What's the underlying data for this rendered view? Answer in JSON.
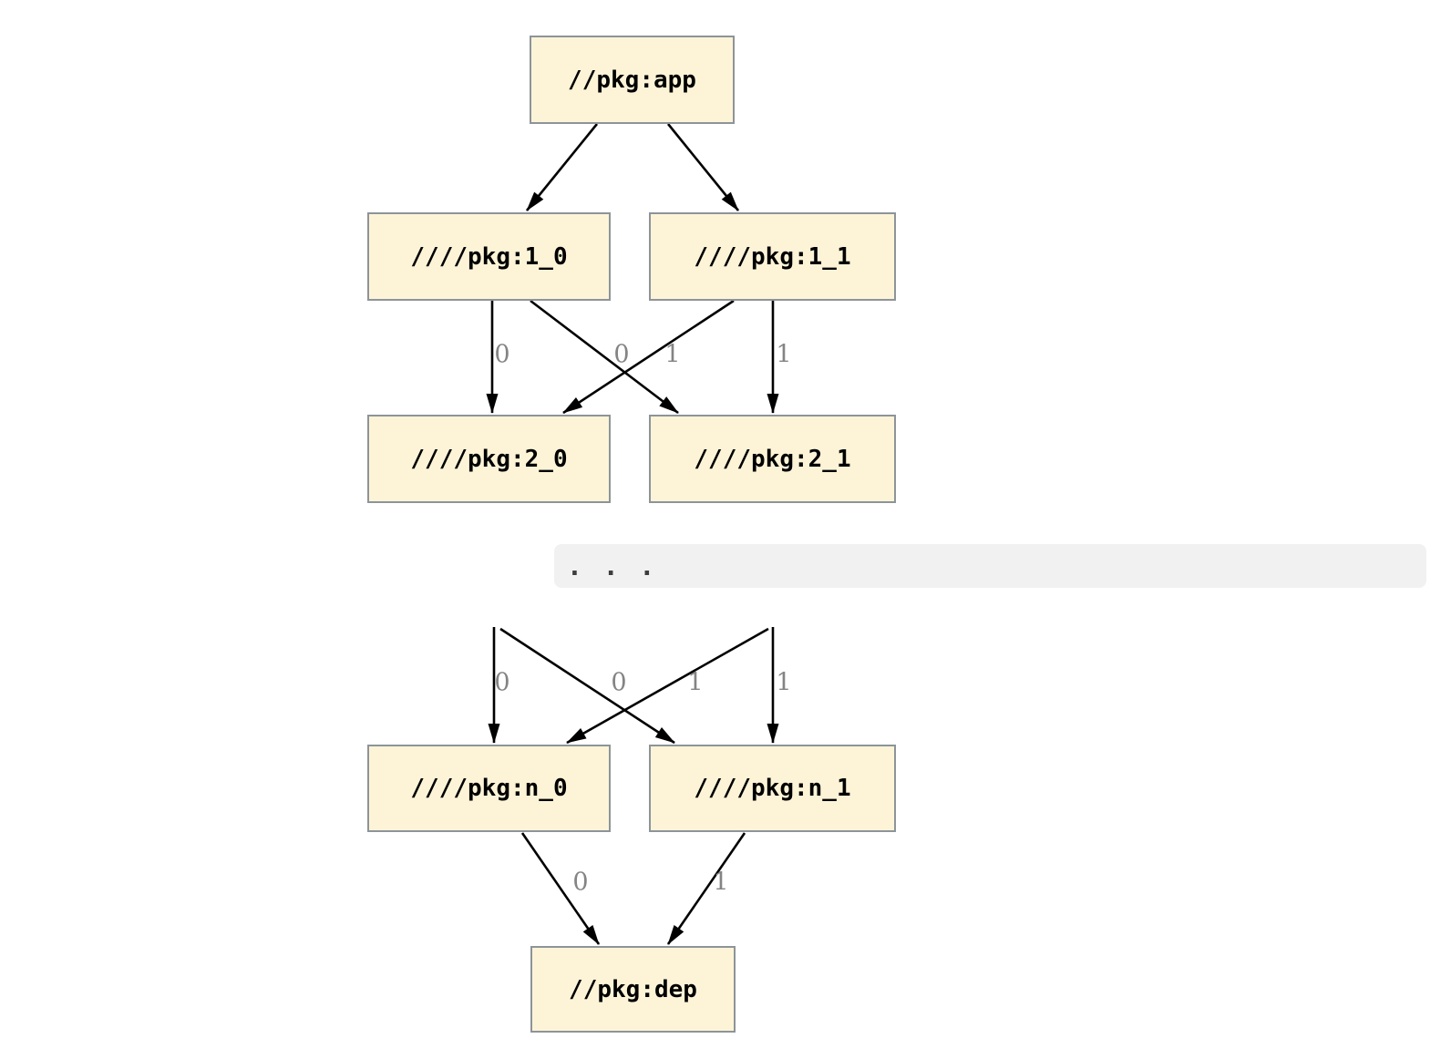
{
  "diagram": {
    "type": "dependency-graph",
    "nodes": [
      {
        "id": "app",
        "label": "//pkg:app"
      },
      {
        "id": "1_0",
        "label": "////pkg:1_0"
      },
      {
        "id": "1_1",
        "label": "////pkg:1_1"
      },
      {
        "id": "2_0",
        "label": "////pkg:2_0"
      },
      {
        "id": "2_1",
        "label": "////pkg:2_1"
      },
      {
        "id": "n_0",
        "label": "////pkg:n_0"
      },
      {
        "id": "n_1",
        "label": "////pkg:n_1"
      },
      {
        "id": "dep",
        "label": "//pkg:dep"
      }
    ],
    "ellipsis": {
      "label": ". . ."
    },
    "edges": [
      {
        "from": "//pkg:app",
        "to": "////pkg:1_0",
        "label": ""
      },
      {
        "from": "//pkg:app",
        "to": "////pkg:1_1",
        "label": ""
      },
      {
        "from": "////pkg:1_0",
        "to": "////pkg:2_0",
        "label": "0"
      },
      {
        "from": "////pkg:1_0",
        "to": "////pkg:2_1",
        "label": "0"
      },
      {
        "from": "////pkg:1_1",
        "to": "////pkg:2_0",
        "label": "1"
      },
      {
        "from": "////pkg:1_1",
        "to": "////pkg:2_1",
        "label": "1"
      },
      {
        "from": "...",
        "to": "////pkg:n_0",
        "label": "0"
      },
      {
        "from": "...",
        "to": "////pkg:n_1",
        "label": "0"
      },
      {
        "from": "...",
        "to": "////pkg:n_0",
        "label": "1"
      },
      {
        "from": "...",
        "to": "////pkg:n_1",
        "label": "1"
      },
      {
        "from": "////pkg:n_0",
        "to": "//pkg:dep",
        "label": "0"
      },
      {
        "from": "////pkg:n_1",
        "to": "//pkg:dep",
        "label": "1"
      }
    ],
    "colors": {
      "node_fill": "#FDF4D8",
      "node_border": "#8D9499",
      "edge": "#000000",
      "edge_label_color": "#848484",
      "ellipsis_bg": "#F1F1F2",
      "ellipsis_dots": "#3C3C3C"
    }
  }
}
